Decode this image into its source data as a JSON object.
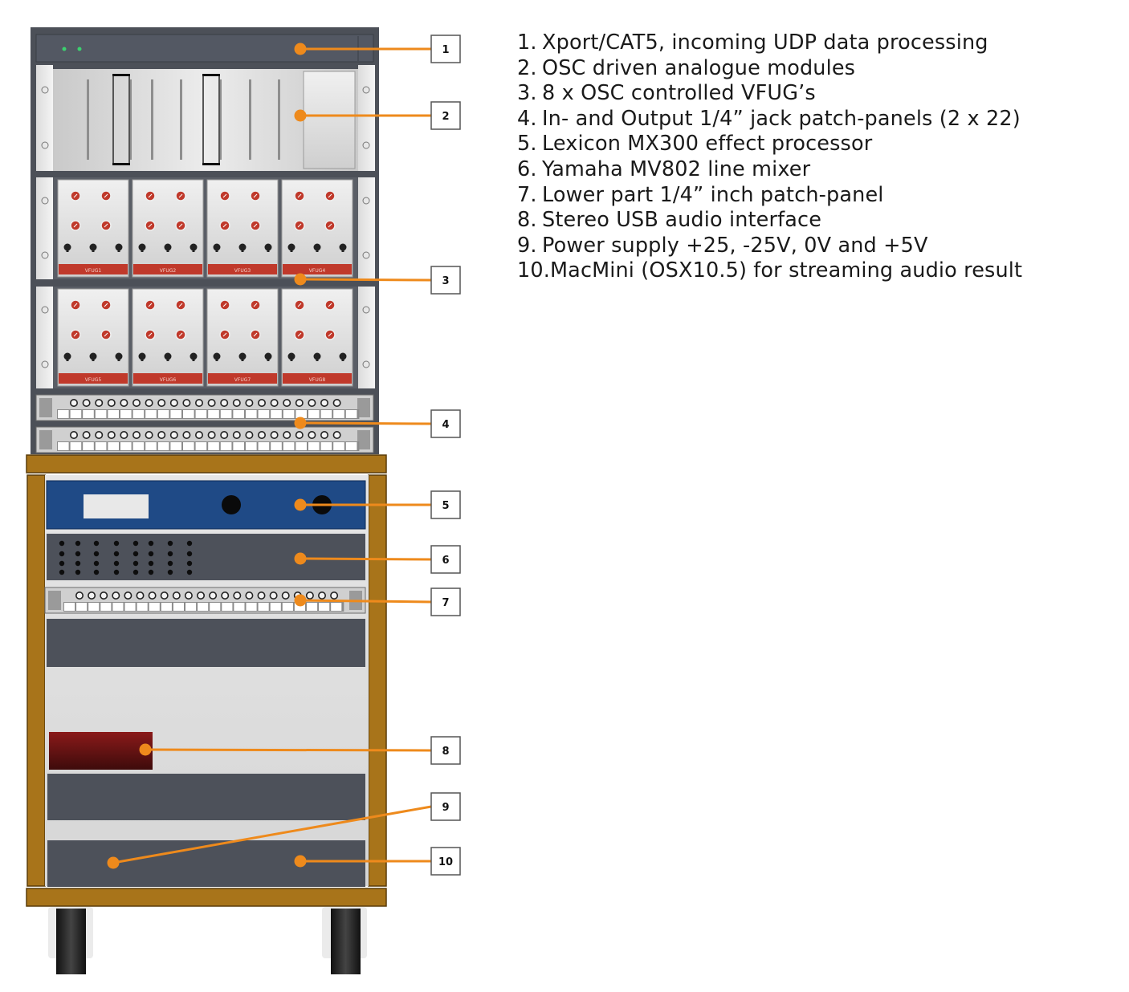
{
  "legend": [
    {
      "num": "1.",
      "text": "Xport/CAT5, incoming UDP data processing"
    },
    {
      "num": "2.",
      "text": "OSC driven analogue modules"
    },
    {
      "num": "3.",
      "text": "8 x OSC controlled VFUG’s"
    },
    {
      "num": "4.",
      "text": "In- and Output 1/4” jack patch-panels (2 x 22)"
    },
    {
      "num": "5.",
      "text": "Lexicon MX300 effect processor"
    },
    {
      "num": "6.",
      "text": "Yamaha MV802 line mixer"
    },
    {
      "num": "7.",
      "text": "Lower part 1/4” inch patch-panel"
    },
    {
      "num": "8.",
      "text": "Stereo USB audio interface"
    },
    {
      "num": "9.",
      "text": "Power supply +25, -25V, 0V and +5V"
    },
    {
      "num": "10.",
      "text": "MacMini (OSX10.5) for streaming audio result"
    }
  ],
  "callouts": [
    "1",
    "2",
    "3",
    "4",
    "5",
    "6",
    "7",
    "8",
    "9",
    "10"
  ],
  "vfug_labels": [
    "VFUG1",
    "VFUG2",
    "VFUG3",
    "VFUG4",
    "VFUG5",
    "VFUG6",
    "VFUG7",
    "VFUG8"
  ],
  "colors": {
    "rack_frame": "#4c5058",
    "wood": "#a8741a",
    "callout_line": "#ee8a1c",
    "lexicon_blue": "#1f4a86",
    "module_red": "#c0392b",
    "usb_interface": "#7a1414"
  }
}
